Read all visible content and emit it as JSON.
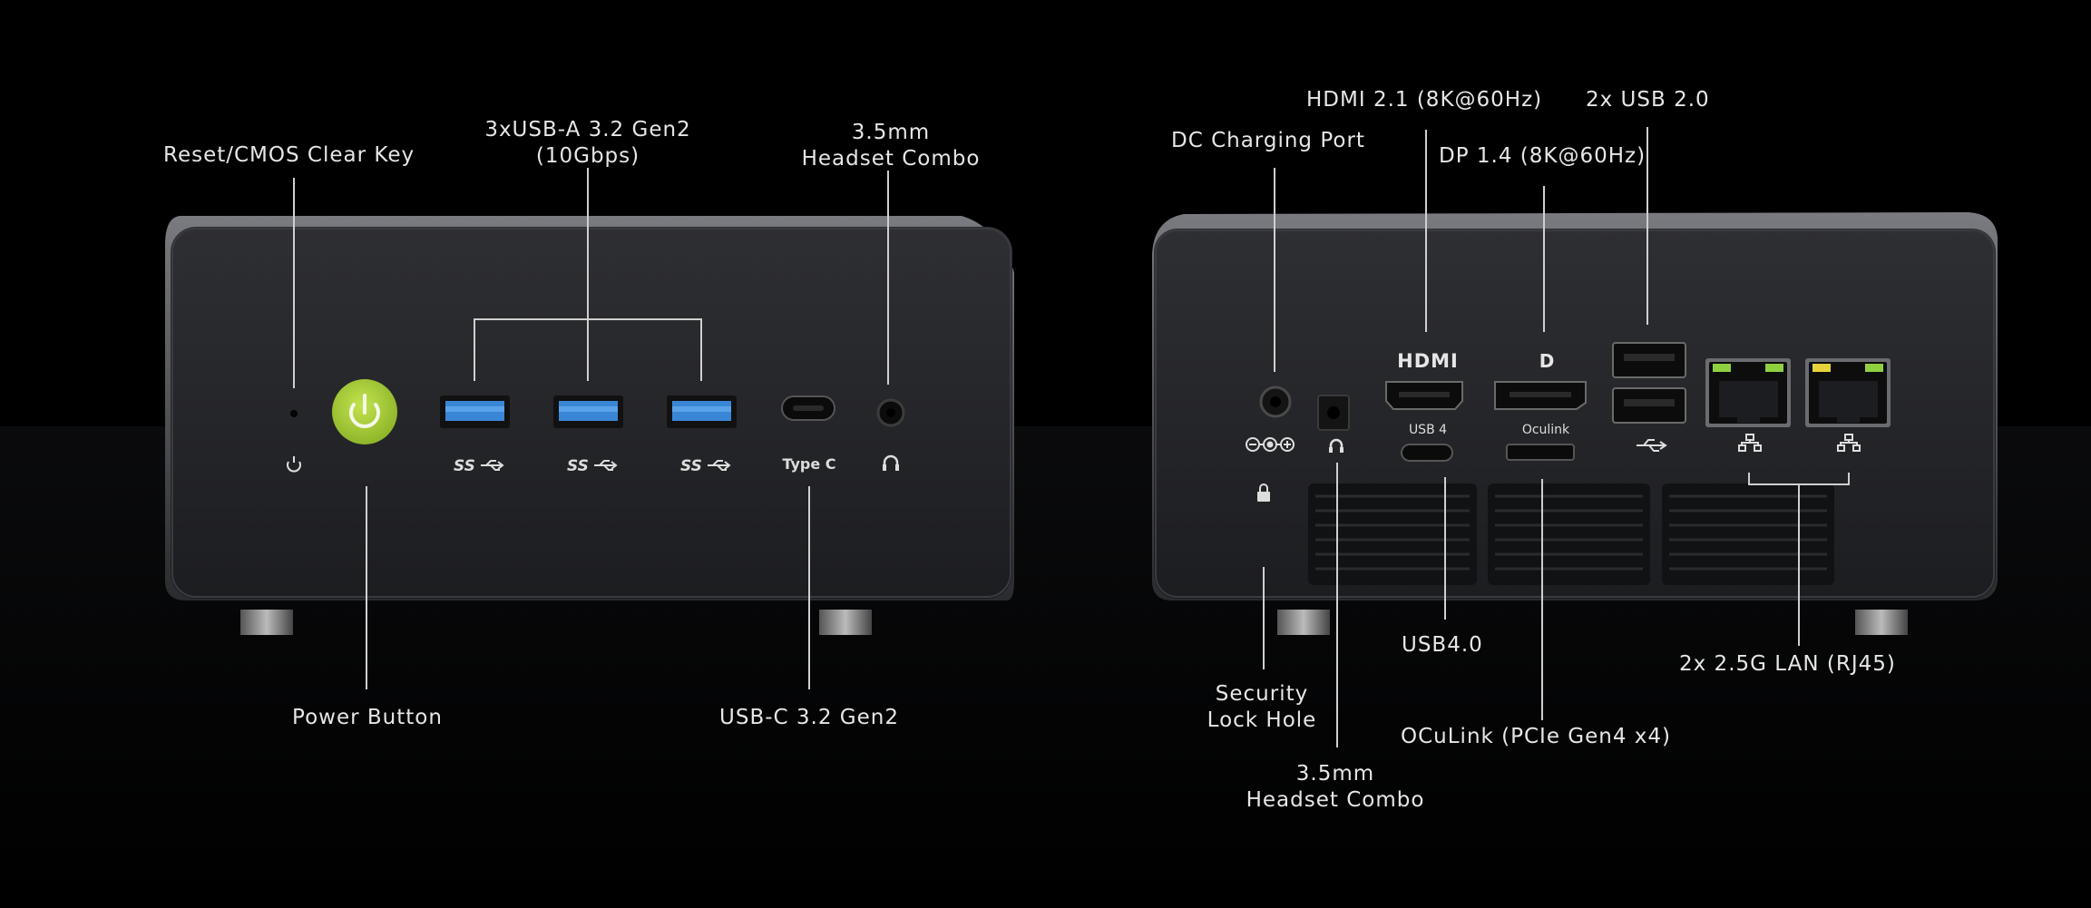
{
  "front_panel": {
    "callouts": {
      "reset": "Reset/CMOS Clear Key",
      "usb_a": [
        "3xUSB-A 3.2 Gen2",
        "(10Gbps)"
      ],
      "headset": [
        "3.5mm",
        "Headset Combo"
      ],
      "power": "Power Button",
      "usb_c": "USB-C 3.2 Gen2"
    },
    "port_marks": {
      "ss_logo": "SS",
      "type_c": "Type C"
    }
  },
  "rear_panel": {
    "callouts": {
      "dc": "DC Charging Port",
      "hdmi": "HDMI 2.1 (8K@60Hz)",
      "dp": "DP 1.4 (8K@60Hz)",
      "usb2": "2x USB 2.0",
      "usb4": "USB4.0",
      "lan": "2x 2.5G LAN (RJ45)",
      "security": [
        "Security",
        "Lock Hole"
      ],
      "oculink": "OCuLink (PCIe Gen4 x4)",
      "headset": [
        "3.5mm",
        "Headset Combo"
      ]
    },
    "port_marks": {
      "hdmi_logo": "HDMI",
      "dp_logo": "D",
      "usb4": "USB 4",
      "oculink": "Oculink"
    }
  },
  "colors": {
    "background": "#000000",
    "chassis": "#26272a",
    "usb3_blue": "#3a86d6",
    "power_button": "#a9cf3c",
    "lan_led_yellow": "#e6d23a",
    "lan_led_green": "#8fd040",
    "label_text": "#e6e6e6"
  }
}
